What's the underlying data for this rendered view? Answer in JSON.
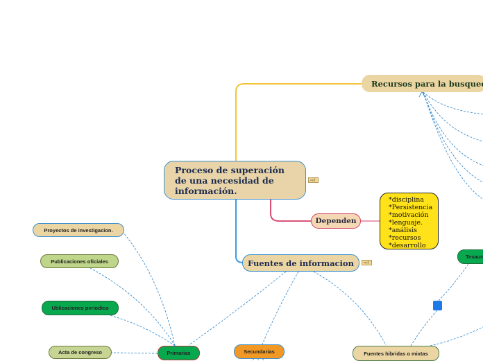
{
  "central": {
    "line1": "Proceso de superación",
    "line2": "de una necesidad de",
    "line3": "información."
  },
  "recursos": "Recursos para la busqueda",
  "dependen": "Dependen",
  "dependen_items": [
    "*disciplina",
    "*Persistencia",
    "*motivación",
    "*lenguaje.",
    "*análisis",
    "*recursos",
    "*desarrollo"
  ],
  "fuentes": "Fuentes de informacion",
  "primarias_children": {
    "proyectos": "Proyectos de investigacion.",
    "publicaciones": "Publicaciones oficiales",
    "ublicaciones": "Ublicaciones periodico",
    "acta": "Acta de congreso"
  },
  "primarias": "Primarias",
  "secundarias": "Secundarias",
  "hibridas": "Fuentes hibridas o mixtas",
  "tesauros": "Tesauros",
  "note_icon": "note-icon",
  "colors": {
    "orange_branch": "#f5c43a",
    "red_branch": "#d53d65",
    "blue_branch": "#3b9be0",
    "dashed_link": "#3b8fd0"
  }
}
